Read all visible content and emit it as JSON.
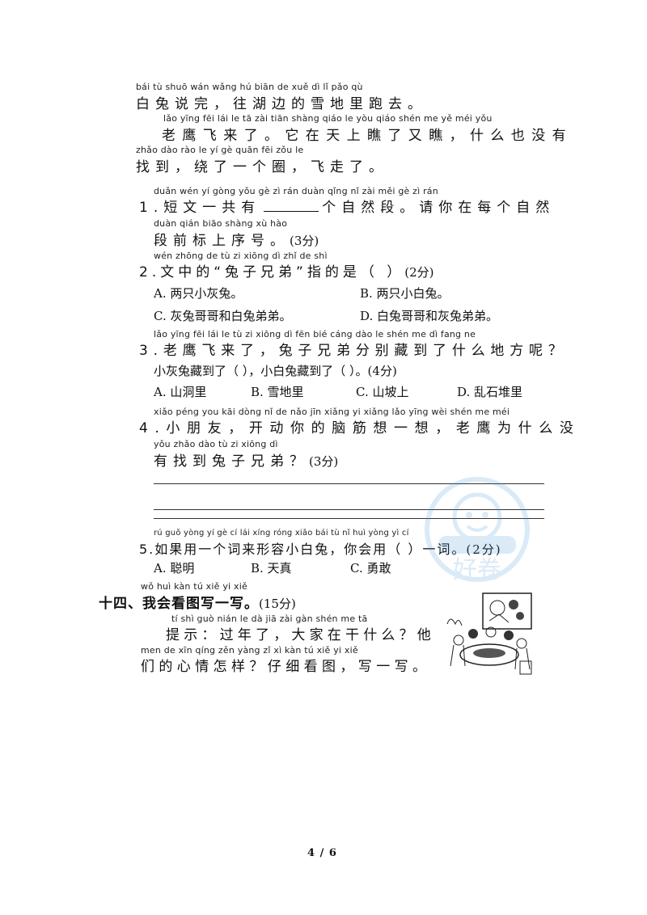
{
  "passage": {
    "l1_py": "bái tù shuō wán   wǎng hú biān de xuě dì  lǐ  pǎo qù",
    "l1_hz": "白兔说完，往湖边的雪地里跑去。",
    "l2_py": "lǎo yīng fēi lái le     tā zài tiān shàng qiáo le yòu qiáo    shén me yě méi yǒu",
    "l2_hz": "老鹰飞来了。它在天上瞧了又瞧，什么也没有",
    "l3_py": "zhǎo dào     rào le  yí gè quān     fēi zǒu le",
    "l3_hz": "找到，绕了一个圈，飞走了。"
  },
  "q1": {
    "py": "duǎn wén  yí gòng yǒu                          gè zì rán duàn    qǐng nǐ zài měi gè  zì rán",
    "hz_a": "1.短文一共有",
    "hz_b": "个自然段。请你在每个自然",
    "py2": "duàn qián biāo shàng xù hào",
    "hz2": "段前标上序号。",
    "score": "(3分)"
  },
  "q2": {
    "py": "wén zhōng de        tù  zi xiōng dì      zhǐ de shì",
    "hz": "2.文中的“兔子兄弟”指的是（    ）",
    "score": "(2分)",
    "options": [
      "A. 两只小灰兔。",
      "B. 两只小白兔。",
      "C. 灰兔哥哥和白兔弟弟。",
      "D. 白兔哥哥和灰兔弟弟。"
    ]
  },
  "q3": {
    "py": "lǎo yīng fēi lái le      tù  zi xiōng dì fēn bié cáng dào  le shén me dì fang ne",
    "hz": "3.老鹰飞来了，兔子兄弟分别藏到了什么地方呢？",
    "sub": "小灰兔藏到了（      ），小白兔藏到了（      ）。",
    "score": "(4分)",
    "options": [
      "A. 山洞里",
      "B. 雪地里",
      "C. 山坡上",
      "D. 乱石堆里"
    ]
  },
  "q4": {
    "py": "xiǎo péng you     kāi dòng  nǐ  de nǎo jīn xiǎng  yi xiǎng      lǎo yīng wèi shén me méi",
    "hz": "4.小朋友，开动你的脑筋想一想，老鹰为什么没",
    "py2": "yǒu zhǎo dào tù  zi xiōng dì",
    "hz2": "有找到兔子兄弟？",
    "score": "(3分)"
  },
  "q5": {
    "py": "rú guǒ yòng  yí  gè  cí  lái xíng róng xiǎo bái tù     nǐ huì yòng                    yì cí",
    "hz": "5.如果用一个词来形容小白兔，你会用（    ）一词。",
    "score": "(2分)",
    "options": [
      "A. 聪明",
      "B. 天真",
      "C. 勇敢"
    ]
  },
  "s14": {
    "py": "wǒ huì kàn tú  xiě  yi  xiě",
    "hz": "十四、我会看图写一写。",
    "score": "(15分)",
    "tip_py": "tí  shì      guò nián  le      dà  jiā  zài gàn shén me       tā",
    "tip_hz": "提示：过年了，大家在干什么？他",
    "tip_py2": "men de xīn qíng zěn yàng      zǐ  xì  kàn tú      xiě  yi  xiě",
    "tip_hz2": "们的心情怎样？仔细看图，写一写。"
  },
  "watermark": "好卷",
  "page": "4 / 6",
  "colors": {
    "text": "#111111",
    "watermark": "#3a8fd6"
  },
  "icons": [
    "watermark-logo-icon",
    "family-dinner-illustration"
  ]
}
